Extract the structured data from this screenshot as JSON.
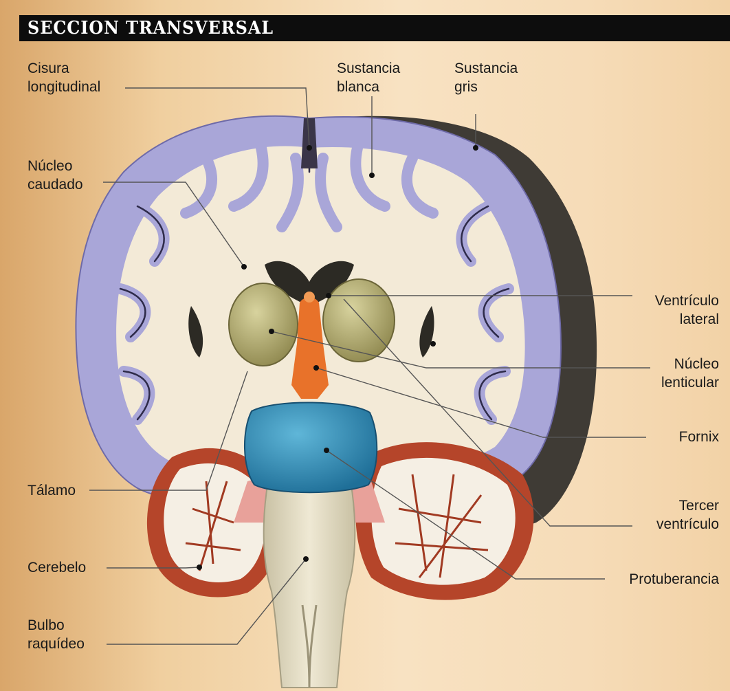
{
  "title": "SECCION TRANSVERSAL",
  "labels": {
    "cisura_longitudinal": "Cisura\nlongitudinal",
    "sustancia_blanca": "Sustancia\nblanca",
    "sustancia_gris": "Sustancia\ngris",
    "nucleo_caudado": "Núcleo\ncaudado",
    "ventriculo_lateral": "Ventrículo\nlateral",
    "nucleo_lenticular": "Núcleo\nlenticular",
    "fornix": "Fornix",
    "talamo": "Tálamo",
    "tercer_ventriculo": "Tercer\nventrículo",
    "cerebelo": "Cerebelo",
    "protuberancia": "Protuberancia",
    "bulbo_raquideo": "Bulbo\nraquídeo"
  },
  "colors": {
    "background_light": "#f8e2c2",
    "background_dark": "#d9a66a",
    "gray_matter": "#a9a6d8",
    "white_matter": "#f3ead7",
    "outer_cortex": "#3f3b35",
    "lenticular": "#b8b07a",
    "thalamus": "#2a86b0",
    "fornix": "#e8722a",
    "cerebellum": "#b5452a",
    "brainstem": "#e7e0c8",
    "pons_pink": "#e8a19a"
  }
}
